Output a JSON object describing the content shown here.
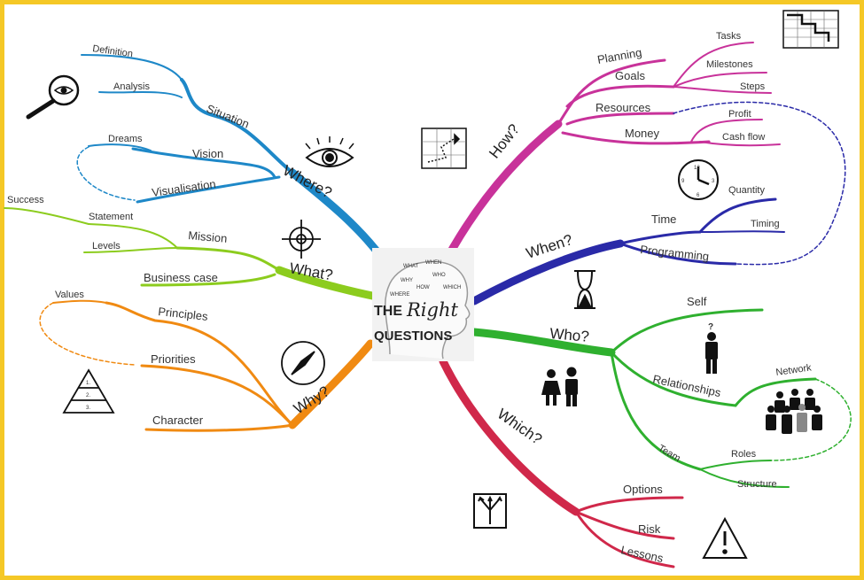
{
  "center": {
    "line1": "THE",
    "line2": "Right",
    "line3": "QUESTIONS",
    "head_words": [
      "WHAT",
      "WHEN",
      "WHO",
      "WHY",
      "HOW",
      "WHICH",
      "WHERE"
    ]
  },
  "branches": {
    "where": {
      "label": "Where?",
      "color": "#1e88c8",
      "items": {
        "situation": "Situation",
        "definition": "Definition",
        "analysis": "Analysis",
        "vision": "Vision",
        "dreams": "Dreams",
        "visualisation": "Visualisation"
      }
    },
    "what": {
      "label": "What?",
      "color": "#8ccc1e",
      "items": {
        "mission": "Mission",
        "statement": "Statement",
        "success": "Success",
        "levels": "Levels",
        "business_case": "Business case"
      }
    },
    "why": {
      "label": "Why?",
      "color": "#f08a12",
      "items": {
        "principles": "Principles",
        "values": "Values",
        "priorities": "Priorities",
        "character": "Character"
      }
    },
    "how": {
      "label": "How?",
      "color": "#c8329a",
      "items": {
        "planning": "Planning",
        "goals": "Goals",
        "tasks": "Tasks",
        "milestones": "Milestones",
        "steps": "Steps",
        "resources": "Resources",
        "money": "Money",
        "profit": "Profit",
        "cash_flow": "Cash flow"
      }
    },
    "when": {
      "label": "When?",
      "color": "#2a2aa8",
      "items": {
        "time": "Time",
        "quantity": "Quantity",
        "timing": "Timing",
        "programming": "Programming"
      }
    },
    "who": {
      "label": "Who?",
      "color": "#2fb02f",
      "items": {
        "self": "Self",
        "relationships": "Relationships",
        "network": "Network",
        "team": "Team",
        "roles": "Roles",
        "structure": "Structure"
      }
    },
    "which": {
      "label": "Which?",
      "color": "#d0284a",
      "items": {
        "options": "Options",
        "risk": "Risk",
        "lessons": "Lessons"
      }
    }
  },
  "icons": {
    "magnifier": "magnifier-eye-icon",
    "eye": "eye-icon",
    "crosshair": "crosshair-icon",
    "compass": "compass-icon",
    "pyramid": "pyramid-icon",
    "route": "route-map-icon",
    "gantt": "gantt-chart-icon",
    "clock": "clock-icon",
    "hourglass": "hourglass-icon",
    "person": "person-icon",
    "couple": "couple-icon",
    "group": "group-icon",
    "arrows": "split-arrows-icon",
    "warning": "warning-icon"
  },
  "pyramid_levels": [
    "1.",
    "2.",
    "3."
  ],
  "clock_numbers": [
    "12",
    "3",
    "6",
    "9"
  ],
  "person_mark": "?"
}
